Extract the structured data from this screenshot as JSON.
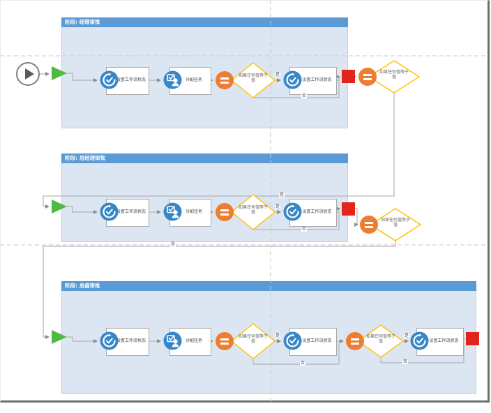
{
  "diagram": {
    "stages": [
      {
        "title": "阶段: 经理审批"
      },
      {
        "title": "阶段: 总经理审批"
      },
      {
        "title": "阶段: 总裁审批"
      }
    ],
    "node_labels": {
      "set_status": "设置工作流状态",
      "assign_task": "分配任务",
      "condition_line1": "如果任何值等于",
      "condition_line2": "值",
      "yes": "是",
      "no": "否"
    },
    "icons": {
      "start": "play-icon",
      "stage_entry": "green-triangle-icon",
      "set_status": "status-circle-check-icon",
      "assign_task": "task-person-icon",
      "condition": "equals-icon",
      "stage_end": "red-stop-square"
    },
    "colors": {
      "stage_header": "#5B9BD5",
      "stage_body": "#DCE6F2",
      "icon_blue": "#3787C8",
      "orange": "#ED7D31",
      "diamond_border": "#FFC000",
      "red_stop": "#E2241B",
      "green_entry": "#50B943",
      "connector": "#A6A6A6"
    }
  }
}
